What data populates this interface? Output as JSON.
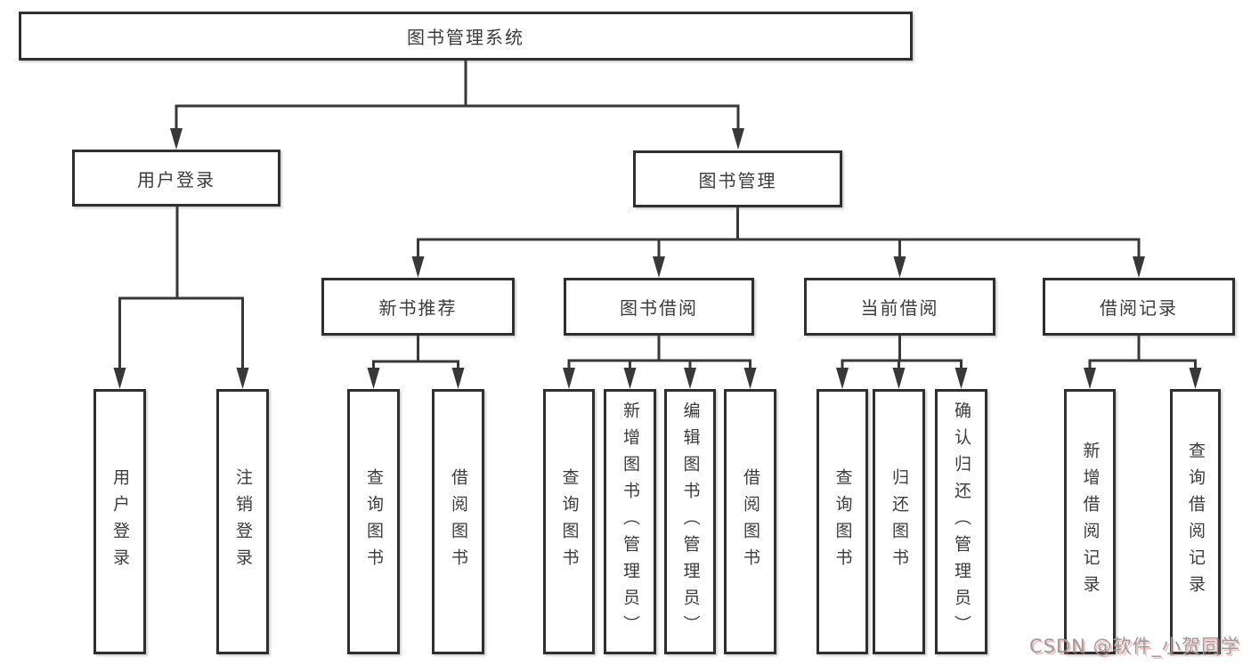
{
  "diagram": {
    "title_node": "图书管理系统",
    "nodes": {
      "root": {
        "label": "图书管理系统"
      },
      "user_login": {
        "label": "用户登录"
      },
      "book_mgmt": {
        "label": "图书管理"
      },
      "new_books": {
        "label": "新书推荐"
      },
      "book_borrow": {
        "label": "图书借阅"
      },
      "current_borrow": {
        "label": "当前借阅"
      },
      "borrow_records": {
        "label": "借阅记录"
      },
      "v_user_login": {
        "label": "用户登录"
      },
      "v_logout": {
        "label": "注销登录"
      },
      "v_query_books_1": {
        "label": "查询图书"
      },
      "v_borrow_books_1": {
        "label": "借阅图书"
      },
      "v_query_books_2": {
        "label": "查询图书"
      },
      "v_add_book": {
        "label": "新增图书（管理员）"
      },
      "v_edit_book": {
        "label": "编辑图书（管理员）"
      },
      "v_borrow_books_2": {
        "label": "借阅图书"
      },
      "v_query_books_3": {
        "label": "查询图书"
      },
      "v_return_book": {
        "label": "归还图书"
      },
      "v_confirm_return": {
        "label": "确认归还（管理员）"
      },
      "v_add_record": {
        "label": "新增借阅记录"
      },
      "v_query_record": {
        "label": "查询借阅记录"
      }
    },
    "line_color": "#383838",
    "border_color": "#2f2f2f",
    "text_color": "#3c3c3c"
  },
  "watermark": {
    "text": "CSDN @软件_小贺同学",
    "color": "#9c9c9c"
  }
}
